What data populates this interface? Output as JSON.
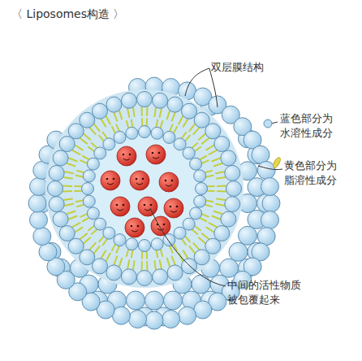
{
  "diagram": {
    "title": "〈 Liposomes构造 〉",
    "labels": [
      "双层膜结构",
      "蓝色部分为 水溶性成分",
      "黄色部分为 脂溶性成分",
      "中间的活性物质 被包覆起来"
    ]
  }
}
